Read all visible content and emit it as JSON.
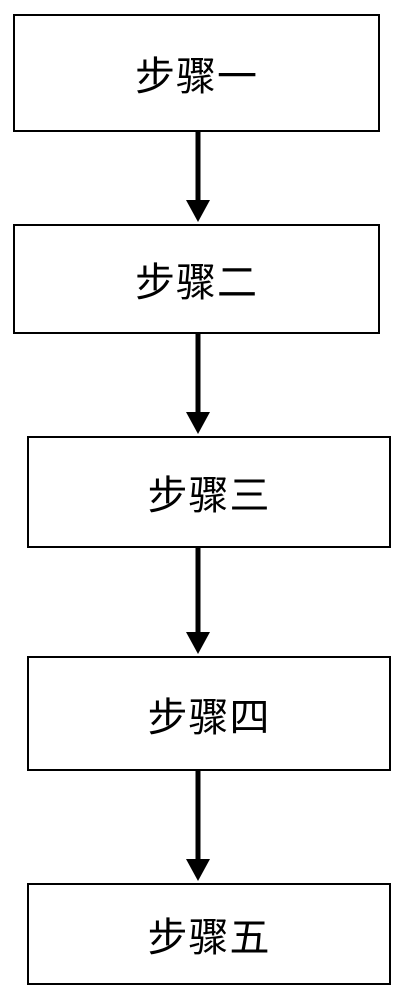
{
  "steps": [
    {
      "label": "步骤一"
    },
    {
      "label": "步骤二"
    },
    {
      "label": "步骤三"
    },
    {
      "label": "步骤四"
    },
    {
      "label": "步骤五"
    }
  ],
  "colors": {
    "box_border": "#000000",
    "arrow": "#000000",
    "text": "#000000",
    "background": "#ffffff"
  }
}
